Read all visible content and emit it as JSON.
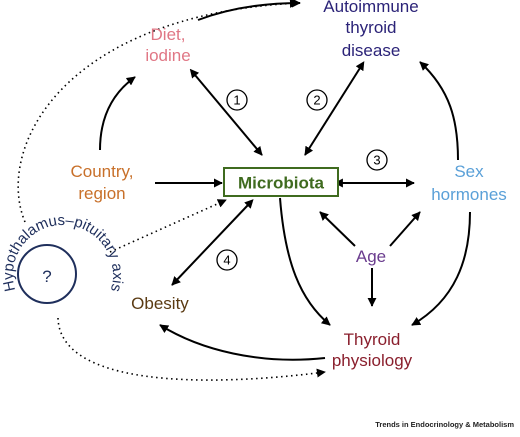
{
  "nodes": {
    "diet": {
      "line1": "Diet,",
      "line2": "iodine",
      "color": "#e07785"
    },
    "autoimmune": {
      "line1": "Autoimmune",
      "line2": "thyroid",
      "line3": "disease",
      "color": "#2b2378"
    },
    "country": {
      "line1": "Country,",
      "line2": "region",
      "color": "#c8702a"
    },
    "microbiota": {
      "label": "Microbiota",
      "color": "#3f6b1f"
    },
    "sex": {
      "line1": "Sex",
      "line2": "hormones",
      "color": "#5aa0d8"
    },
    "age": {
      "label": "Age",
      "color": "#6a3c8e"
    },
    "obesity": {
      "label": "Obesity",
      "color": "#5a3a12"
    },
    "thyroid": {
      "line1": "Thyroid",
      "line2": "physiology",
      "color": "#8a1f2d"
    },
    "hpa": {
      "label": "Hypothalamus–pituitary axis",
      "symbol": "?",
      "color": "#1f2f5c"
    }
  },
  "markers": [
    "1",
    "2",
    "3",
    "4"
  ],
  "credit": "Trends in Endocrinology & Metabolism"
}
